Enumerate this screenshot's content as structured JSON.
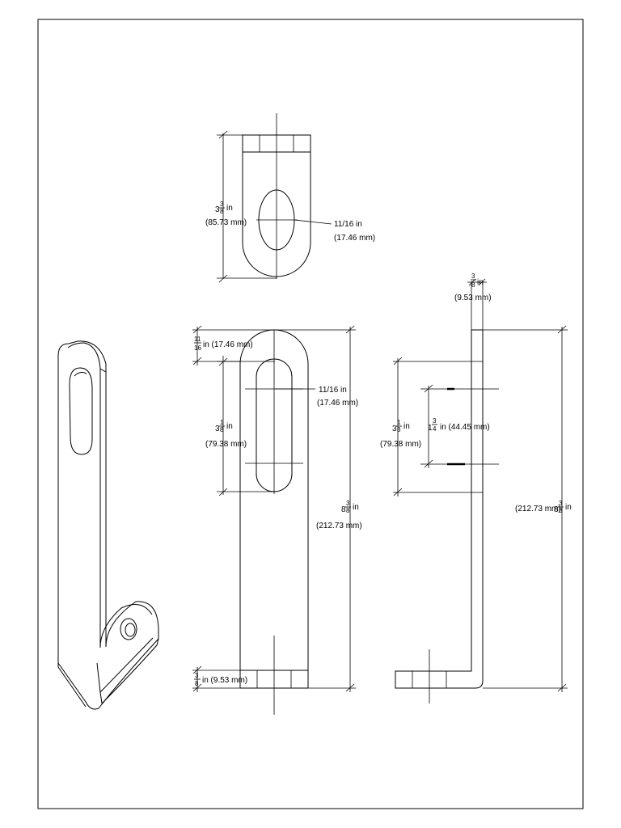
{
  "drawing": {
    "top_view": {
      "height_whole": "3",
      "height_num": "3",
      "height_den": "8",
      "height_unit": "in",
      "height_mm": "(85.73 mm)",
      "hole_in": "11/16 in",
      "hole_mm": "(17.46 mm)"
    },
    "front_view": {
      "top_num": "11",
      "top_den": "16",
      "top_unit": "in (17.46 mm)",
      "slot_width_in": "11/16 in",
      "slot_width_mm": "(17.46 mm)",
      "slot_whole": "3",
      "slot_num": "1",
      "slot_den": "8",
      "slot_unit": "in",
      "slot_mm": "(79.38 mm)",
      "overall_whole": "8",
      "overall_num": "3",
      "overall_den": "8",
      "overall_unit": "in",
      "overall_mm": "(212.73 mm)",
      "base_num": "3",
      "base_den": "8",
      "base_unit": "in (9.53 mm)"
    },
    "side_view": {
      "thick_num": "3",
      "thick_den": "8",
      "thick_unit": "in",
      "thick_mm": "(9.53 mm)",
      "slot_whole": "3",
      "slot_num": "1",
      "slot_den": "8",
      "slot_unit": "in",
      "slot_mm": "(79.38 mm)",
      "inner_whole": "1",
      "inner_num": "3",
      "inner_den": "4",
      "inner_unit": "in (44.45 mm)",
      "overall_mm": "(212.73 mm)",
      "overall_whole": "8",
      "overall_num": "3",
      "overall_den": "8",
      "overall_unit": "in"
    }
  }
}
